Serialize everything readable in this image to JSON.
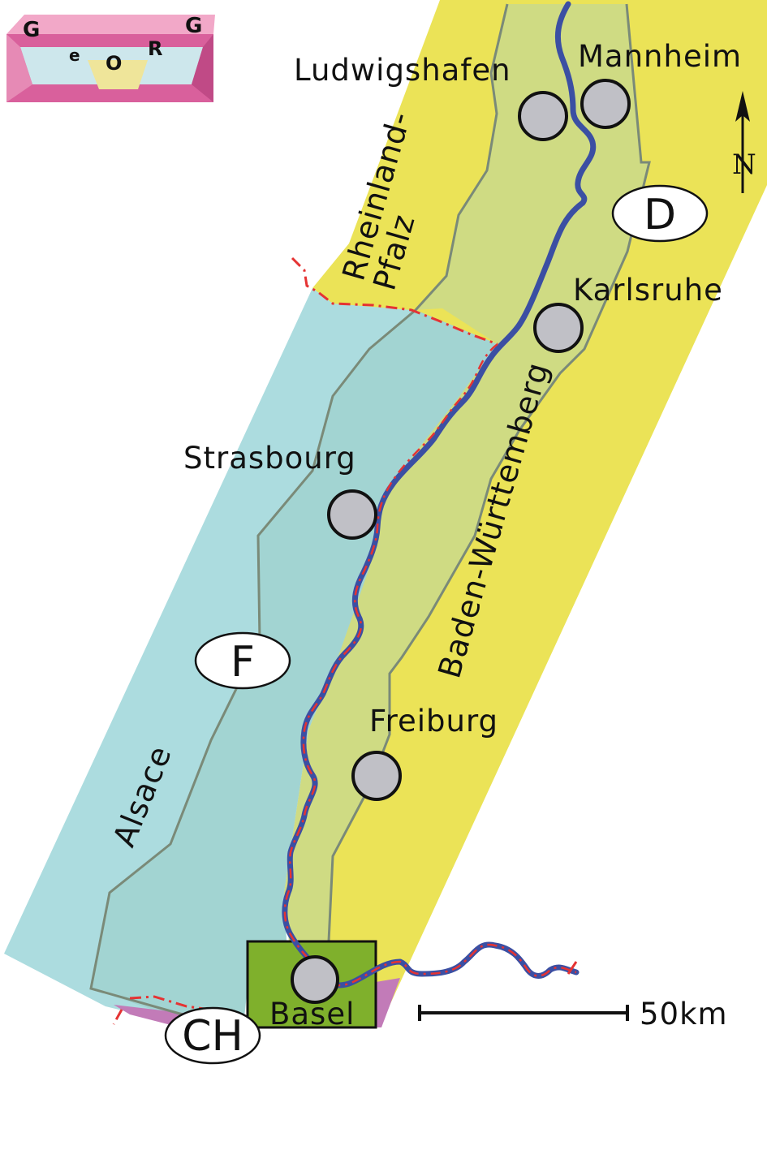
{
  "logo": {
    "letters": [
      "G",
      "e",
      "O",
      "R",
      "G"
    ]
  },
  "cities": {
    "ludwigshafen": "Ludwigshafen",
    "mannheim": "Mannheim",
    "karlsruhe": "Karlsruhe",
    "strasbourg": "Strasbourg",
    "freiburg": "Freiburg",
    "basel": "Basel"
  },
  "regions": {
    "rheinland_line1": "Rheinland-",
    "rheinland_line2": "Pfalz",
    "baden": "Baden-Württemberg",
    "alsace": "Alsace"
  },
  "countries": {
    "germany": "D",
    "france": "F",
    "switzerland": "CH"
  },
  "scale": {
    "label": "50km"
  },
  "north": {
    "label": "N"
  },
  "colors": {
    "germany": "#ebe357",
    "graben_germany": "#cfdb83",
    "france": "#acdcdf",
    "graben_france": "#a2d4d2",
    "basel_box": "#7fb02c",
    "switzerland": "#c27bb8",
    "rhine": "#3b4fa3",
    "border": "#e53333",
    "city": "#c0c0c6",
    "fault": "#7a8a78"
  }
}
